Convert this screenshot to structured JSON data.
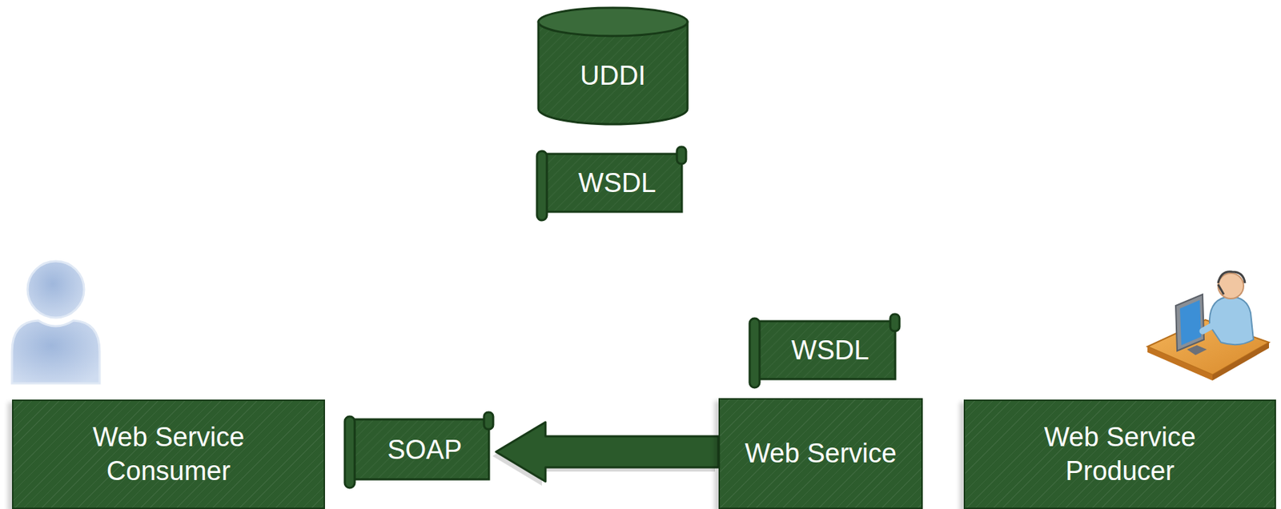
{
  "diagram": {
    "nodes": [
      {
        "text": [
          "UDDI"
        ]
      },
      {
        "text": [
          "WSDL"
        ]
      },
      {
        "text": [
          "WSDL"
        ]
      },
      {
        "text": [
          "Web Service Consumer"
        ]
      },
      {
        "text": [
          "SOAP"
        ]
      },
      {
        "text": [
          "Web Service"
        ]
      },
      {
        "text": [
          "Web Service Producer"
        ]
      }
    ],
    "edges": [
      {
        "from": 5,
        "to": 4,
        "arrow": "to"
      }
    ]
  }
}
